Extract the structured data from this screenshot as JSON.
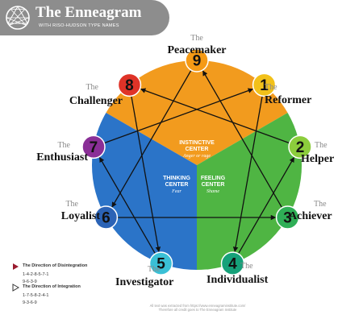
{
  "header": {
    "title": "The Enneagram",
    "subtitle": "WITH RISO-HUDSON TYPE NAMES"
  },
  "types": [
    {
      "number": "1",
      "article": "The",
      "name": "Reformer",
      "color": "#f2c11a"
    },
    {
      "number": "2",
      "article": "The",
      "name": "Helper",
      "color": "#8ccd3c"
    },
    {
      "number": "3",
      "article": "The",
      "name": "Achiever",
      "color": "#2fae56"
    },
    {
      "number": "4",
      "article": "The",
      "name": "Individualist",
      "color": "#16a179"
    },
    {
      "number": "5",
      "article": "The",
      "name": "Investigator",
      "color": "#3ac0d6"
    },
    {
      "number": "6",
      "article": "The",
      "name": "Loyalist",
      "color": "#2b63b6"
    },
    {
      "number": "7",
      "article": "The",
      "name": "Enthusiast",
      "color": "#8a2f97"
    },
    {
      "number": "8",
      "article": "The",
      "name": "Challenger",
      "color": "#df3328"
    },
    {
      "number": "9",
      "article": "The",
      "name": "Peacemaker",
      "color": "#f59a15"
    }
  ],
  "centers": {
    "instinctive": {
      "name_line1": "INSTINCTIVE",
      "name_line2": "CENTER",
      "emotion": "Anger or rage",
      "color": "#f29b1e"
    },
    "feeling": {
      "name_line1": "FEELING",
      "name_line2": "CENTER",
      "emotion": "Shame",
      "color": "#4fb543"
    },
    "thinking": {
      "name_line1": "THINKING",
      "name_line2": "CENTER",
      "emotion": "Fear",
      "color": "#2b74c8"
    }
  },
  "legend": {
    "disintegration": {
      "title": "The Direction of Disintegration",
      "seq1": "1-4-2-8-5-7-1",
      "seq2": "9-6-3-9"
    },
    "integration": {
      "title": "The Direction of Integration",
      "seq1": "1-7-5-8-2-4-1",
      "seq2": "9-3-6-9"
    }
  },
  "credit": {
    "line1": "All text was extracted from https://www.enneagraminstitute.com/",
    "line2": "Therefore all credit goes to The Enneagram Institute"
  }
}
